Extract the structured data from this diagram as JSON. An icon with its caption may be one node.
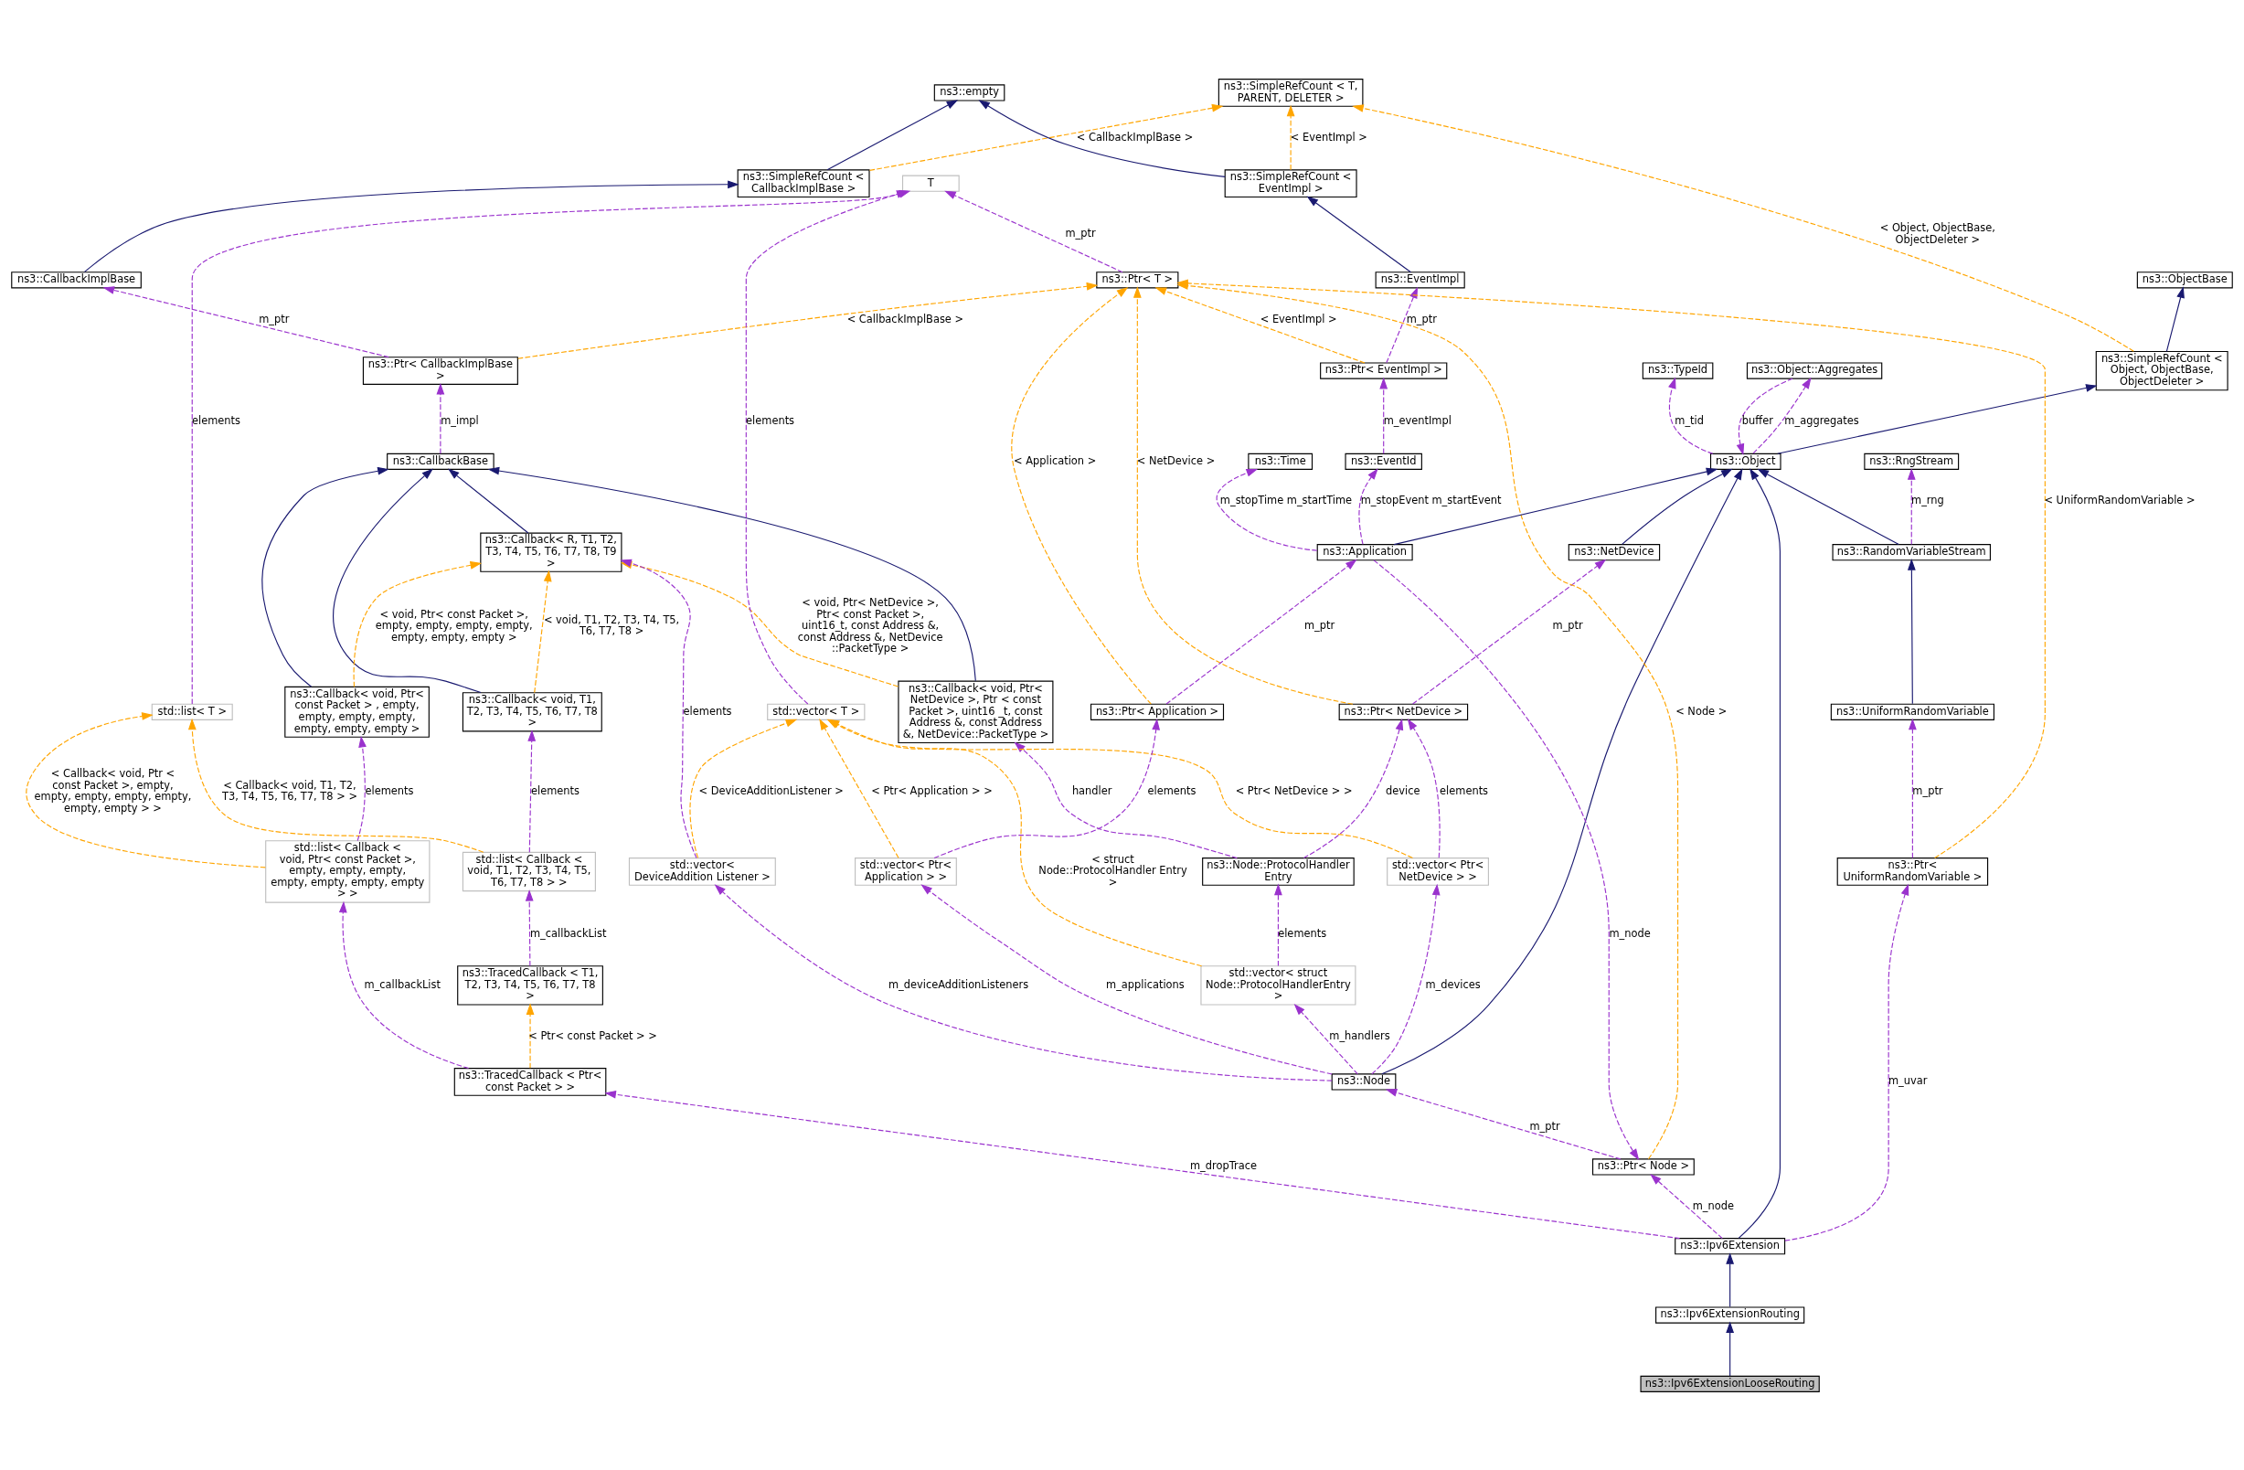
{
  "diagram": {
    "nodes": [
      {
        "text": [
          "ns3::empty"
        ]
      },
      {
        "text": [
          "ns3::SimpleRefCount < T, PARENT, DELETER >"
        ]
      },
      {
        "text": [
          "ns3::SimpleRefCount < CallbackImplBase >"
        ]
      },
      {
        "text": [
          "T"
        ]
      },
      {
        "text": [
          "ns3::SimpleRefCount < EventImpl >"
        ]
      },
      {
        "text": [
          "ns3::CallbackImplBase"
        ]
      },
      {
        "text": [
          "ns3::ObjectBase"
        ]
      },
      {
        "text": [
          "ns3::Ptr< T >"
        ]
      },
      {
        "text": [
          "ns3::EventImpl"
        ]
      },
      {
        "text": [
          "ns3::Ptr< CallbackImplBase >"
        ]
      },
      {
        "text": [
          "ns3::SimpleRefCount < Object, ObjectBase, ObjectDeleter >"
        ]
      },
      {
        "text": [
          "ns3::TypeId"
        ]
      },
      {
        "text": [
          "ns3::Ptr< EventImpl >"
        ]
      },
      {
        "text": [
          "ns3::CallbackBase"
        ]
      },
      {
        "text": [
          "ns3::RngStream"
        ]
      },
      {
        "text": [
          "ns3::Object"
        ]
      },
      {
        "text": [
          "ns3::EventId"
        ]
      },
      {
        "text": [
          "ns3::Callback< R, T1, T2, T3, T4, T5, T6, T7, T8, T9 >"
        ]
      },
      {
        "text": [
          "ns3::RandomVariableStream"
        ]
      },
      {
        "text": [
          "ns3::Object::Aggregates"
        ]
      },
      {
        "text": [
          "ns3::NetDevice"
        ]
      },
      {
        "text": [
          "ns3::Callback< void, T1, T2, T3, T4, T5, T6, T7, T8 >"
        ]
      },
      {
        "text": [
          "std::list< T >"
        ]
      },
      {
        "text": [
          "ns3::Callback< void, Ptr< const Packet > , empty, empty, empty, empty, empty, empty, empty >"
        ]
      },
      {
        "text": [
          "ns3::Callback< void, Ptr< NetDevice >, Ptr < const Packet >, uint16 _t, const Address &, const Address &, NetDevice::PacketType >"
        ]
      },
      {
        "text": [
          "ns3::UniformRandomVariable"
        ]
      },
      {
        "text": [
          "ns3::Ptr< NetDevice >"
        ]
      },
      {
        "text": [
          "std::list< Callback < void, T1, T2, T3, T4, T5, T6, T7, T8 > >"
        ]
      },
      {
        "text": [
          "std::list< Callback < void, Ptr< const Packet >, empty, empty, empty, empty, empty, empty, empty > >"
        ]
      },
      {
        "text": [
          "ns3::Ptr< UniformRandomVariable >"
        ]
      },
      {
        "text": [
          "ns3::Node::ProtocolHandler Entry"
        ]
      },
      {
        "text": [
          "std::vector< T >"
        ]
      },
      {
        "text": [
          "ns3::TracedCallback < T1, T2, T3, T4, T5, T6, T7, T8 >"
        ]
      },
      {
        "text": [
          "std::vector< DeviceAddition Listener >"
        ]
      },
      {
        "text": [
          "std::vector< struct Node::ProtocolHandlerEntry >"
        ]
      },
      {
        "text": [
          "std::vector< Ptr< NetDevice > >"
        ]
      },
      {
        "text": [
          "ns3::TracedCallback < Ptr< const Packet > >"
        ]
      },
      {
        "text": [
          "ns3::Node"
        ]
      },
      {
        "text": [
          "ns3::Time"
        ]
      },
      {
        "text": [
          "ns3::Ptr< Node >"
        ]
      },
      {
        "text": [
          "ns3::Application"
        ]
      },
      {
        "text": [
          "ns3::Ipv6Extension"
        ]
      },
      {
        "text": [
          "ns3::Ptr< Application >"
        ]
      },
      {
        "text": [
          "ns3::Ipv6ExtensionRouting"
        ]
      },
      {
        "text": [
          "std::vector< Ptr< Application > >"
        ]
      },
      {
        "text": [
          "ns3::Ipv6ExtensionLooseRouting"
        ]
      }
    ],
    "edges": [
      {
        "from": 2,
        "to": 0,
        "arrow": "to",
        "color": "#191970"
      },
      {
        "from": 4,
        "to": 0,
        "arrow": "to",
        "color": "#191970"
      },
      {
        "from": 2,
        "to": 1,
        "arrow": "to",
        "label": "< CallbackImplBase >",
        "style": "dashed",
        "color": "#ffa500"
      },
      {
        "from": 4,
        "to": 1,
        "arrow": "to",
        "label": "< EventImpl >",
        "style": "dashed",
        "color": "#ffa500"
      },
      {
        "from": 10,
        "to": 1,
        "arrow": "to",
        "label": "< Object, ObjectBase, ObjectDeleter >",
        "style": "dashed",
        "color": "#ffa500"
      },
      {
        "from": 22,
        "to": 3,
        "arrow": "to",
        "label": "elements",
        "style": "dashed"
      },
      {
        "from": 7,
        "to": 3,
        "arrow": "to",
        "label": "m_ptr",
        "style": "dashed"
      },
      {
        "from": 31,
        "to": 3,
        "arrow": "to",
        "label": "elements",
        "style": "dashed"
      },
      {
        "from": 8,
        "to": 4,
        "arrow": "to",
        "color": "#191970"
      },
      {
        "from": 5,
        "to": 2,
        "arrow": "to",
        "color": "#191970"
      },
      {
        "from": 9,
        "to": 5,
        "arrow": "to",
        "label": "m_ptr",
        "style": "dashed"
      },
      {
        "from": 10,
        "to": 6,
        "arrow": "to",
        "color": "#191970"
      },
      {
        "from": 9,
        "to": 7,
        "arrow": "to",
        "label": "< CallbackImplBase >",
        "style": "dashed",
        "color": "#ffa500"
      },
      {
        "from": 29,
        "to": 7,
        "arrow": "to",
        "label": "< UniformRandomVariable >",
        "style": "dashed",
        "color": "#ffa500"
      },
      {
        "from": 26,
        "to": 7,
        "arrow": "to",
        "label": "< NetDevice >",
        "style": "dashed",
        "color": "#ffa500"
      },
      {
        "from": 12,
        "to": 7,
        "arrow": "to",
        "label": "< EventImpl >",
        "style": "dashed",
        "color": "#ffa500"
      },
      {
        "from": 39,
        "to": 7,
        "arrow": "to",
        "label": "< Node >",
        "style": "dashed",
        "color": "#ffa500"
      },
      {
        "from": 42,
        "to": 7,
        "arrow": "to",
        "label": "< Application >",
        "style": "dashed",
        "color": "#ffa500"
      },
      {
        "from": 12,
        "to": 8,
        "arrow": "to",
        "label": "m_ptr",
        "style": "dashed"
      },
      {
        "from": 13,
        "to": 9,
        "arrow": "to",
        "label": "m_impl",
        "style": "dashed"
      },
      {
        "from": 15,
        "to": 10,
        "arrow": "to",
        "color": "#191970"
      },
      {
        "from": 15,
        "to": 11,
        "arrow": "to",
        "label": "m_tid",
        "style": "dashed"
      },
      {
        "from": 16,
        "to": 12,
        "arrow": "to",
        "label": "m_eventImpl",
        "style": "dashed"
      },
      {
        "from": 21,
        "to": 13,
        "arrow": "to",
        "color": "#191970"
      },
      {
        "from": 23,
        "to": 13,
        "arrow": "to",
        "color": "#191970"
      },
      {
        "from": 17,
        "to": 13,
        "arrow": "to",
        "color": "#191970"
      },
      {
        "from": 24,
        "to": 13,
        "arrow": "to",
        "color": "#191970"
      },
      {
        "from": 18,
        "to": 14,
        "arrow": "to",
        "label": "m_rng",
        "style": "dashed"
      },
      {
        "from": 18,
        "to": 15,
        "arrow": "to",
        "color": "#191970"
      },
      {
        "from": 41,
        "to": 15,
        "arrow": "to",
        "color": "#191970"
      },
      {
        "from": 37,
        "to": 15,
        "arrow": "to",
        "color": "#191970"
      },
      {
        "from": 19,
        "to": 15,
        "arrow": "to",
        "label": "buffer",
        "style": "dashed"
      },
      {
        "from": 20,
        "to": 15,
        "arrow": "to",
        "color": "#191970"
      },
      {
        "from": 40,
        "to": 15,
        "arrow": "to",
        "color": "#191970"
      },
      {
        "from": 40,
        "to": 16,
        "arrow": "to",
        "label": "m_stopEvent m_startEvent",
        "style": "dashed"
      },
      {
        "from": 21,
        "to": 17,
        "arrow": "to",
        "label": "< void, T1, T2, T3, T4, T5, T6, T7, T8 >",
        "style": "dashed",
        "color": "#ffa500"
      },
      {
        "from": 23,
        "to": 17,
        "arrow": "to",
        "label": "< void, Ptr< const Packet >, empty, empty, empty, empty, empty, empty, empty >",
        "style": "dashed",
        "color": "#ffa500"
      },
      {
        "from": 33,
        "to": 17,
        "arrow": "to",
        "label": "elements",
        "style": "dashed"
      },
      {
        "from": 24,
        "to": 17,
        "arrow": "to",
        "label": "< void, Ptr< NetDevice >, Ptr< const Packet >, uint16_t, const Address &, const Address &, NetDevice ::PacketType >",
        "style": "dashed",
        "color": "#ffa500"
      },
      {
        "from": 25,
        "to": 18,
        "arrow": "to",
        "color": "#191970"
      },
      {
        "from": 15,
        "to": 19,
        "arrow": "to",
        "label": "m_aggregates",
        "style": "dashed"
      },
      {
        "from": 26,
        "to": 20,
        "arrow": "to",
        "label": "m_ptr",
        "style": "dashed"
      },
      {
        "from": 27,
        "to": 21,
        "arrow": "to",
        "label": "elements",
        "style": "dashed"
      },
      {
        "from": 27,
        "to": 22,
        "arrow": "to",
        "label": "< Callback< void, T1, T2, T3, T4, T5, T6, T7, T8 > >",
        "style": "dashed",
        "color": "#ffa500"
      },
      {
        "from": 28,
        "to": 22,
        "arrow": "to",
        "label": "< Callback< void, Ptr < const Packet >, empty, empty, empty, empty, empty, empty, empty > >",
        "style": "dashed",
        "color": "#ffa500"
      },
      {
        "from": 28,
        "to": 23,
        "arrow": "to",
        "label": "elements",
        "style": "dashed"
      },
      {
        "from": 30,
        "to": 24,
        "arrow": "to",
        "label": "handler",
        "style": "dashed"
      },
      {
        "from": 29,
        "to": 25,
        "arrow": "to",
        "label": "m_ptr",
        "style": "dashed"
      },
      {
        "from": 30,
        "to": 26,
        "arrow": "to",
        "label": "device",
        "style": "dashed"
      },
      {
        "from": 35,
        "to": 26,
        "arrow": "to",
        "label": "elements",
        "style": "dashed"
      },
      {
        "from": 32,
        "to": 27,
        "arrow": "to",
        "label": "m_callbackList",
        "style": "dashed"
      },
      {
        "from": 36,
        "to": 28,
        "arrow": "to",
        "label": "m_callbackList",
        "style": "dashed"
      },
      {
        "from": 41,
        "to": 29,
        "arrow": "to",
        "label": "m_uvar",
        "style": "dashed"
      },
      {
        "from": 34,
        "to": 30,
        "arrow": "to",
        "label": "elements",
        "style": "dashed"
      },
      {
        "from": 33,
        "to": 31,
        "arrow": "to",
        "label": "< DeviceAdditionListener >",
        "style": "dashed",
        "color": "#ffa500"
      },
      {
        "from": 34,
        "to": 31,
        "arrow": "to",
        "label": "< struct Node::ProtocolHandler Entry >",
        "style": "dashed",
        "color": "#ffa500"
      },
      {
        "from": 35,
        "to": 31,
        "arrow": "to",
        "label": "< Ptr< NetDevice > >",
        "style": "dashed",
        "color": "#ffa500"
      },
      {
        "from": 44,
        "to": 31,
        "arrow": "to",
        "label": "< Ptr< Application > >",
        "style": "dashed",
        "color": "#ffa500"
      },
      {
        "from": 36,
        "to": 32,
        "arrow": "to",
        "label": "< Ptr< const Packet > >",
        "style": "dashed",
        "color": "#ffa500"
      },
      {
        "from": 37,
        "to": 33,
        "arrow": "to",
        "label": "m_deviceAdditionListeners",
        "style": "dashed"
      },
      {
        "from": 37,
        "to": 34,
        "arrow": "to",
        "label": "m_handlers",
        "style": "dashed"
      },
      {
        "from": 37,
        "to": 35,
        "arrow": "to",
        "label": "m_devices",
        "style": "dashed"
      },
      {
        "from": 41,
        "to": 36,
        "arrow": "to",
        "label": "m_dropTrace",
        "style": "dashed"
      },
      {
        "from": 39,
        "to": 37,
        "arrow": "to",
        "label": "m_ptr",
        "style": "dashed"
      },
      {
        "from": 40,
        "to": 38,
        "arrow": "to",
        "label": "m_stopTime m_startTime",
        "style": "dashed"
      },
      {
        "from": 41,
        "to": 39,
        "arrow": "to",
        "label": "m_node",
        "style": "dashed"
      },
      {
        "from": 40,
        "to": 39,
        "arrow": "to",
        "label": "m_node",
        "style": "dashed"
      },
      {
        "from": 42,
        "to": 40,
        "arrow": "to",
        "label": "m_ptr",
        "style": "dashed"
      },
      {
        "from": 43,
        "to": 41,
        "arrow": "to",
        "color": "#191970"
      },
      {
        "from": 44,
        "to": 42,
        "arrow": "to",
        "label": "elements",
        "style": "dashed"
      },
      {
        "from": 45,
        "to": 43,
        "arrow": "to",
        "color": "#191970"
      },
      {
        "from": 37,
        "to": 44,
        "arrow": "to",
        "label": "m_applications",
        "style": "dashed"
      }
    ]
  }
}
